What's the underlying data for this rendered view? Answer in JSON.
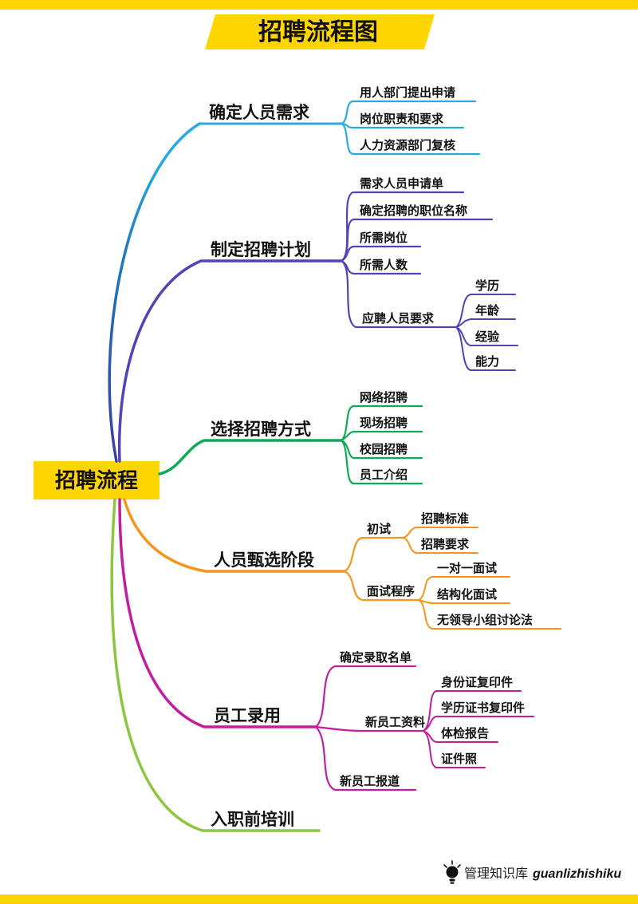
{
  "page": {
    "title": "招聘流程图",
    "root_label": "招聘流程",
    "footer": {
      "brand_cn": "管理知识库",
      "brand_en": "guanlizhishiku"
    }
  },
  "colors": {
    "accent_yellow": "#FFD600",
    "branch_blue": "#29ABE2",
    "branch_blue_deep": "#3B3FA0",
    "branch_purple": "#5145B5",
    "branch_green": "#0FA958",
    "branch_orange": "#F7941E",
    "branch_magenta": "#C11F9E",
    "branch_lime": "#8CC63E",
    "text": "#111111"
  },
  "branches": [
    {
      "label": "确定人员需求",
      "children": [
        {
          "label": "用人部门提出申请"
        },
        {
          "label": "岗位职责和要求"
        },
        {
          "label": "人力资源部门复核"
        }
      ]
    },
    {
      "label": "制定招聘计划",
      "children": [
        {
          "label": "需求人员申请单"
        },
        {
          "label": "确定招聘的职位名称"
        },
        {
          "label": "所需岗位"
        },
        {
          "label": "所需人数"
        },
        {
          "label": "应聘人员要求",
          "children": [
            {
              "label": "学历"
            },
            {
              "label": "年龄"
            },
            {
              "label": "经验"
            },
            {
              "label": "能力"
            }
          ]
        }
      ]
    },
    {
      "label": "选择招聘方式",
      "children": [
        {
          "label": "网络招聘"
        },
        {
          "label": "现场招聘"
        },
        {
          "label": "校园招聘"
        },
        {
          "label": "员工介绍"
        }
      ]
    },
    {
      "label": "人员甄选阶段",
      "children": [
        {
          "label": "初试",
          "children": [
            {
              "label": "招聘标准"
            },
            {
              "label": "招聘要求"
            }
          ]
        },
        {
          "label": "面试程序",
          "children": [
            {
              "label": "一对一面试"
            },
            {
              "label": "结构化面试"
            },
            {
              "label": "无领导小组讨论法"
            }
          ]
        }
      ]
    },
    {
      "label": "员工录用",
      "children": [
        {
          "label": "确定录取名单"
        },
        {
          "label": "新员工资料",
          "children": [
            {
              "label": "身份证复印件"
            },
            {
              "label": "学历证书复印件"
            },
            {
              "label": "体检报告"
            },
            {
              "label": "证件照"
            }
          ]
        },
        {
          "label": "新员工报道"
        }
      ]
    },
    {
      "label": "入职前培训",
      "children": []
    }
  ]
}
